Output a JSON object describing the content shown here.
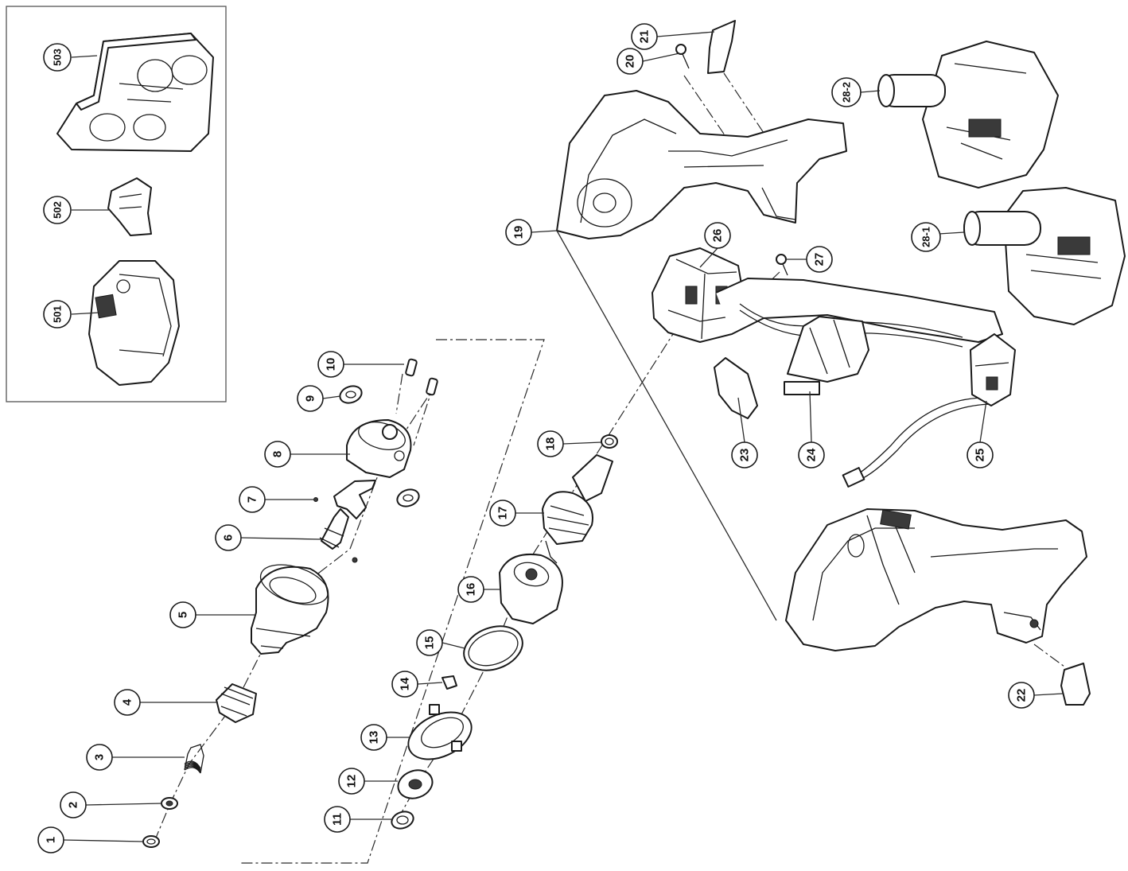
{
  "callouts": {
    "c1": "1",
    "c2": "2",
    "c3": "3",
    "c4": "4",
    "c5": "5",
    "c6": "6",
    "c7": "7",
    "c8": "8",
    "c9": "9",
    "c10": "10",
    "c11": "11",
    "c12": "12",
    "c13": "13",
    "c14": "14",
    "c15": "15",
    "c16": "16",
    "c17": "17",
    "c18": "18",
    "c19": "19",
    "c20": "20",
    "c21": "21",
    "c22": "22",
    "c23": "23",
    "c24": "24",
    "c25": "25",
    "c26": "26",
    "c27": "27",
    "c28_1": "28-1",
    "c28_2": "28-2",
    "c501": "501",
    "c502": "502",
    "c503": "503"
  },
  "colors": {
    "line": "#1a1a1a",
    "background": "#ffffff"
  }
}
